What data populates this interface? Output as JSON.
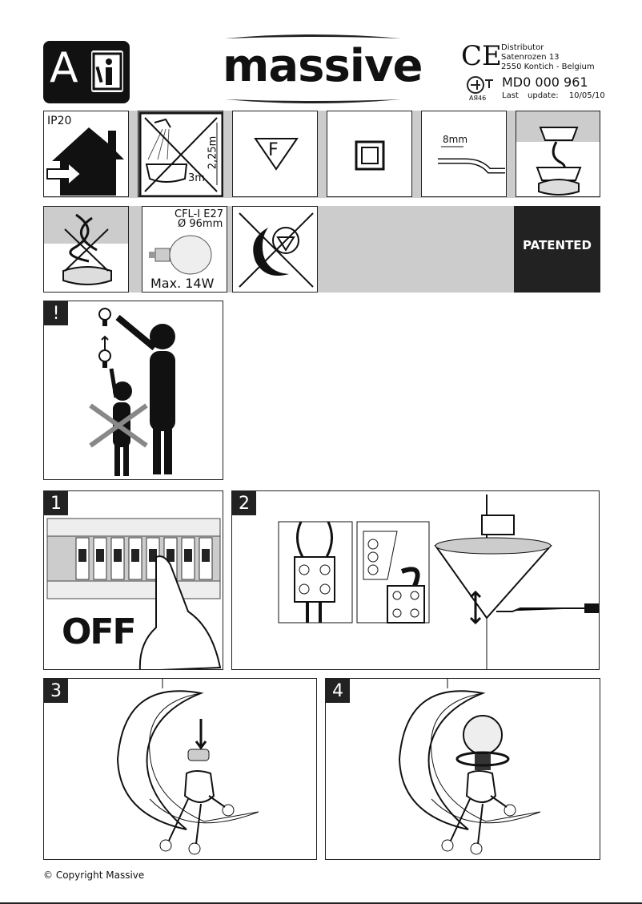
{
  "header": {
    "section_letter": "A",
    "brand": "massive",
    "ce_mark": "CE",
    "distributor_lines": [
      "Distributor",
      "Satenrozen 13",
      "2550 Kontich - Belgium"
    ],
    "model": "MD0 000 961",
    "last_update_label": "Last update:",
    "last_update_date": "10/05/10",
    "cert_code": "AЯ46"
  },
  "icons_row1": {
    "ip_rating": "IP20",
    "bath_height": "2,25m",
    "bath_distance": "3m",
    "f_mark": "F",
    "wire_strip": "8mm"
  },
  "icons_row2": {
    "bulb_type": "CFL-I E27",
    "bulb_diameter": "Ø 96mm",
    "bulb_max": "Max. 14W",
    "patented": "PATENTED"
  },
  "warning_tag": "!",
  "steps": {
    "step1_number": "1",
    "step1_text": "OFF",
    "step2_number": "2",
    "step3_number": "3",
    "step4_number": "4"
  },
  "footer": {
    "copyright": "© Copyright Massive"
  },
  "colors": {
    "dark": "#222222",
    "panel_gray": "#cccccc"
  }
}
